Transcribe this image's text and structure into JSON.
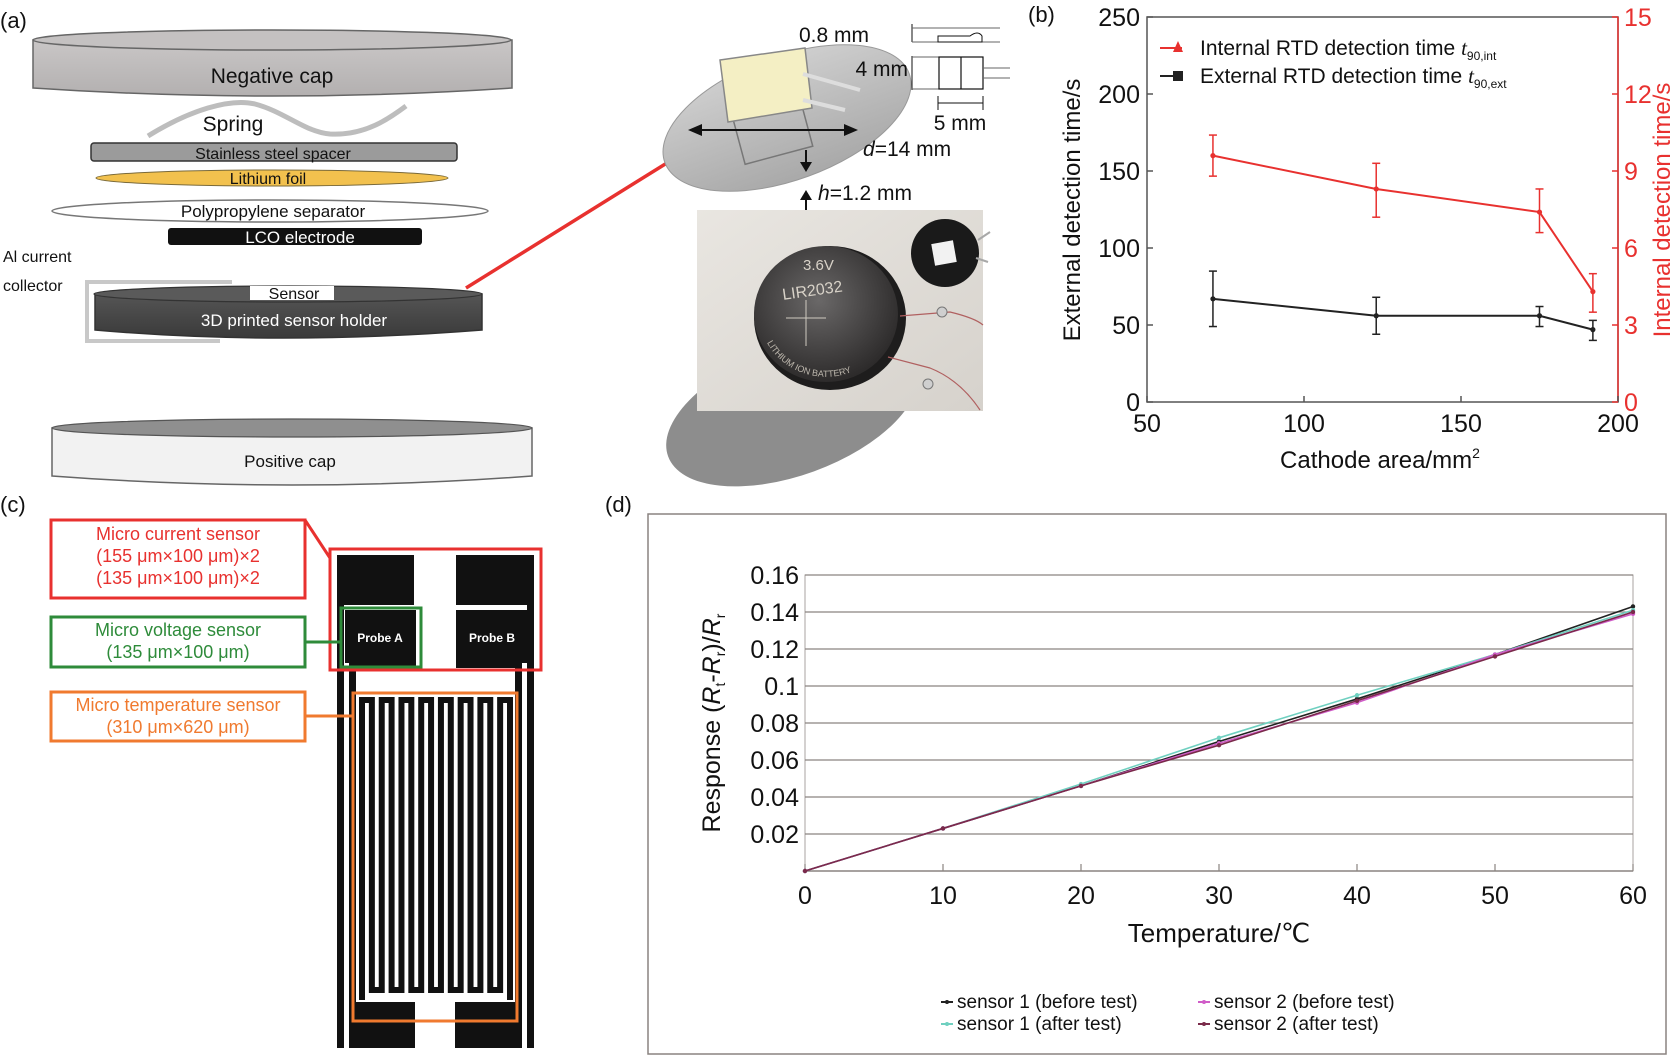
{
  "panel_labels": {
    "a": "(a)",
    "b": "(b)",
    "c": "(c)",
    "d": "(d)"
  },
  "panel_a": {
    "layers": {
      "negative_cap": "Negative cap",
      "spring": "Spring",
      "spacer": "Stainless steel spacer",
      "lithium_foil": "Lithium foil",
      "separator": "Polypropylene separator",
      "lco": "LCO electrode",
      "al_collector_line1": "Al current",
      "al_collector_line2": "collector",
      "sensor": "Sensor",
      "holder": "3D printed sensor holder",
      "positive_cap": "Positive cap"
    },
    "dimensions": {
      "thickness": "0.8 mm",
      "width": "4 mm",
      "length": "5 mm",
      "diameter_var": "d",
      "diameter_val": "=14 mm",
      "height_var": "h",
      "height_val": "=1.2 mm"
    },
    "photo_labels": {
      "voltage": "3.6V",
      "model": "LIR2032",
      "ring_text": "LITHIUM ION BATTERY"
    },
    "colors": {
      "arrow": "#e8312f",
      "foil": "#f2c14e",
      "holder": "#4a4a4a",
      "cap": "#bdbaba"
    }
  },
  "panel_c": {
    "current_sensor": {
      "title": "Micro current sensor",
      "line2": "(155 μm×100 μm)×2",
      "line3": "(135 μm×100 μm)×2",
      "color": "#e8312f"
    },
    "voltage_sensor": {
      "title": "Micro voltage sensor",
      "line2": "(135 μm×100 μm)",
      "color": "#2e8b3a"
    },
    "temperature_sensor": {
      "title": "Micro temperature sensor",
      "line2": "(310 μm×620 μm)",
      "color": "#f07a2f"
    },
    "probe_a": "Probe A",
    "probe_b": "Probe B",
    "serpentine_fingers": 8
  },
  "chart_data": [
    {
      "id": "b",
      "type": "line",
      "xlabel": "Cathode area/mm",
      "xlabel_sup": "2",
      "ylabel": "External detection time/s",
      "y2label": "Internal detection time/s",
      "xlim": [
        50,
        200
      ],
      "ylim": [
        0,
        250
      ],
      "y2lim": [
        0,
        15
      ],
      "xticks": [
        50,
        100,
        150,
        200
      ],
      "yticks": [
        0,
        50,
        100,
        150,
        200,
        250
      ],
      "y2ticks": [
        0,
        3,
        6,
        9,
        12,
        15
      ],
      "grid": false,
      "legend_position": "top-left",
      "series": [
        {
          "name": "Internal RTD detection time ",
          "symbol": "t",
          "subscript": "90,int",
          "axis": "right",
          "marker": "triangle",
          "color": "#e8312f",
          "x": [
            71,
            123,
            175,
            192
          ],
          "y": [
            9.6,
            8.3,
            7.4,
            4.3
          ],
          "err_low": [
            8.8,
            7.2,
            6.6,
            3.5
          ],
          "err_high": [
            10.4,
            9.3,
            8.3,
            5.0
          ]
        },
        {
          "name": "External RTD detection time ",
          "symbol": "t",
          "subscript": "90,ext",
          "axis": "left",
          "marker": "square",
          "color": "#222222",
          "x": [
            71,
            123,
            175,
            192
          ],
          "y": [
            67,
            56,
            56,
            47
          ],
          "err_low": [
            49,
            44,
            49,
            40
          ],
          "err_high": [
            85,
            68,
            62,
            53
          ]
        }
      ]
    },
    {
      "id": "d",
      "type": "line",
      "xlabel": "Temperature/℃",
      "ylabel_prefix": "Response (",
      "ylabel_r1": "R",
      "ylabel_s1": "t",
      "ylabel_mid": "-",
      "ylabel_r2": "R",
      "ylabel_s2": "r",
      "ylabel_close": ")/",
      "ylabel_r3": "R",
      "ylabel_s3": "r",
      "xlim": [
        0,
        60
      ],
      "ylim": [
        0,
        0.16
      ],
      "xticks": [
        0,
        10,
        20,
        30,
        40,
        50,
        60
      ],
      "yticks": [
        "0.02",
        "0.04",
        "0.06",
        "0.08",
        "0.1",
        "0.12",
        "0.14",
        "0.16"
      ],
      "ytick_values": [
        0.02,
        0.04,
        0.06,
        0.08,
        0.1,
        0.12,
        0.14,
        0.16
      ],
      "grid": true,
      "legend_position": "bottom",
      "series": [
        {
          "name": "sensor 1 (before test)",
          "color": "#222222",
          "x": [
            0,
            10,
            20,
            30,
            40,
            50,
            60
          ],
          "y": [
            0,
            0.023,
            0.046,
            0.07,
            0.093,
            0.117,
            0.143
          ]
        },
        {
          "name": "sensor 1 (after test)",
          "color": "#6fd0c0",
          "x": [
            0,
            10,
            20,
            30,
            40,
            50,
            60
          ],
          "y": [
            0,
            0.023,
            0.047,
            0.072,
            0.095,
            0.117,
            0.141
          ]
        },
        {
          "name": "sensor 2 (before test)",
          "color": "#d05cc8",
          "x": [
            0,
            10,
            20,
            30,
            40,
            50,
            60
          ],
          "y": [
            0,
            0.023,
            0.046,
            0.069,
            0.091,
            0.117,
            0.139
          ]
        },
        {
          "name": "sensor 2 (after test)",
          "color": "#7a2a4a",
          "x": [
            0,
            10,
            20,
            30,
            40,
            50,
            60
          ],
          "y": [
            0,
            0.023,
            0.046,
            0.068,
            0.092,
            0.116,
            0.14
          ]
        }
      ]
    }
  ]
}
